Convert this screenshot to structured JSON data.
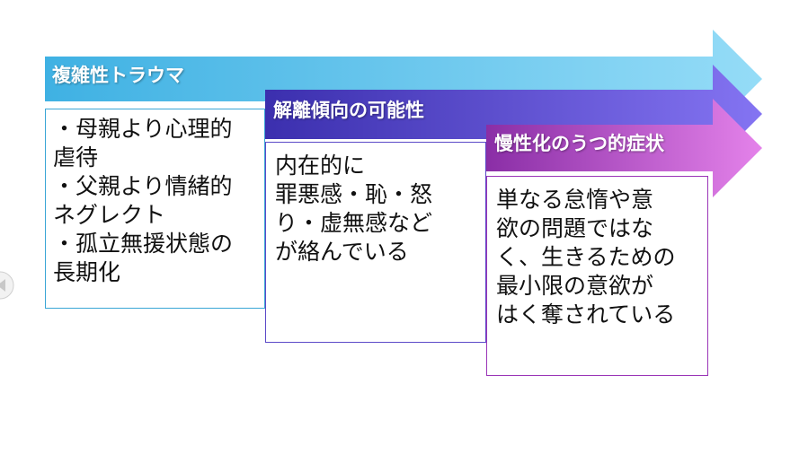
{
  "stages": [
    {
      "title": "複雑性トラウマ",
      "lines": [
        "・母親より心理的",
        "虐待",
        "・父親より情緒的",
        "ネグレクト",
        "・孤立無援状態の",
        "長期化"
      ]
    },
    {
      "title": "解離傾向の可能性",
      "lines": [
        "内在的に",
        "罪悪感・恥・怒",
        "り・虚無感など",
        "が絡んでいる"
      ]
    },
    {
      "title": "慢性化のうつ的症状",
      "lines": [
        "単なる怠惰や意",
        "欲の問題ではな",
        "く、生きるための",
        "最小限の意欲が",
        "はく奪されている"
      ]
    }
  ],
  "colors": {
    "arrow1_start": "#3fb1e3",
    "arrow1_end": "#8ed9f6",
    "arrow2_start": "#3a2fb0",
    "arrow2_end": "#7b6cf0",
    "arrow3_start": "#8c2fa8",
    "arrow3_end": "#e07ae6"
  },
  "icons": {
    "nav": "play-back-icon"
  }
}
